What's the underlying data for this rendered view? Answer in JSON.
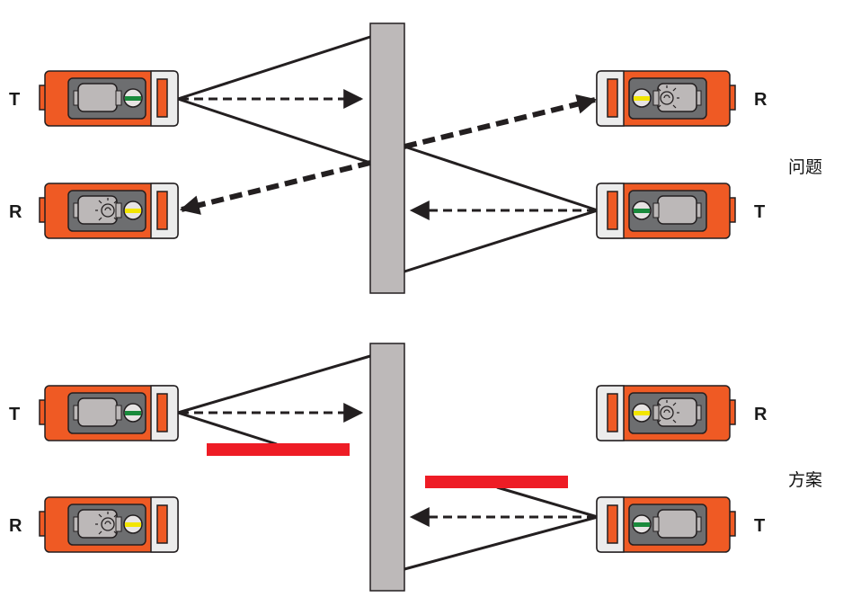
{
  "colors": {
    "sensor_body": "#ef5a24",
    "sensor_outline": "#231f20",
    "sensor_cap": "#ececec",
    "sensor_panel": "#6d6e70",
    "sensor_lens": "#bcb8b8",
    "emitter_stripe": "#1a8a3c",
    "receiver_stripe": "#f2e500",
    "wall": "#bdb9b9",
    "blocker": "#ee1c25",
    "beam": "#231f20"
  },
  "panels": [
    {
      "name": "problem",
      "caption": "问题",
      "sensors": [
        {
          "role": "transmitter",
          "label": "T",
          "side": "left",
          "row": "upper"
        },
        {
          "role": "receiver",
          "label": "R",
          "side": "left",
          "row": "lower"
        },
        {
          "role": "receiver",
          "label": "R",
          "side": "right",
          "row": "upper"
        },
        {
          "role": "transmitter",
          "label": "T",
          "side": "right",
          "row": "lower"
        }
      ],
      "blockers": false,
      "crosstalk": true
    },
    {
      "name": "solution",
      "caption": "方案",
      "sensors": [
        {
          "role": "transmitter",
          "label": "T",
          "side": "left",
          "row": "upper"
        },
        {
          "role": "receiver",
          "label": "R",
          "side": "left",
          "row": "lower"
        },
        {
          "role": "receiver",
          "label": "R",
          "side": "right",
          "row": "upper"
        },
        {
          "role": "transmitter",
          "label": "T",
          "side": "right",
          "row": "lower"
        }
      ],
      "blockers": true,
      "crosstalk": false
    }
  ]
}
